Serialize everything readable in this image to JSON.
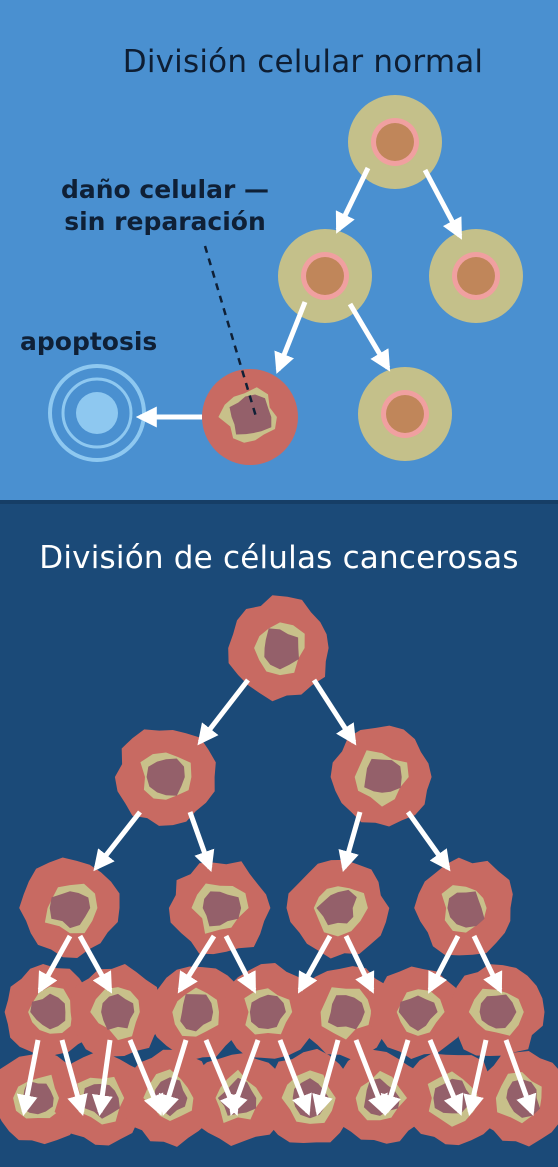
{
  "normal_panel": {
    "title": "División celular normal",
    "damage_label_line1": "daño celular —",
    "damage_label_line2": "sin reparación",
    "apoptosis_label": "apoptosis"
  },
  "cancer_panel": {
    "title": "División de células cancerosas"
  },
  "colors": {
    "normal_bg": "#4a90d0",
    "cancer_bg": "#1b4a78",
    "normal_cell_outer": "#c4c08a",
    "normal_cell_ring": "#f0a0a0",
    "normal_cell_nucleus": "#c0865a",
    "cancer_cell_outer": "#c86a62",
    "cancer_cell_ring": "#c8c08a",
    "cancer_cell_nucleus": "#94606a",
    "apoptosis_cell": "#8ec8f0",
    "arrow": "#ffffff"
  },
  "icons": [
    "normal-cell",
    "damaged-cell",
    "apoptotic-cell",
    "cancer-cell",
    "arrow"
  ]
}
